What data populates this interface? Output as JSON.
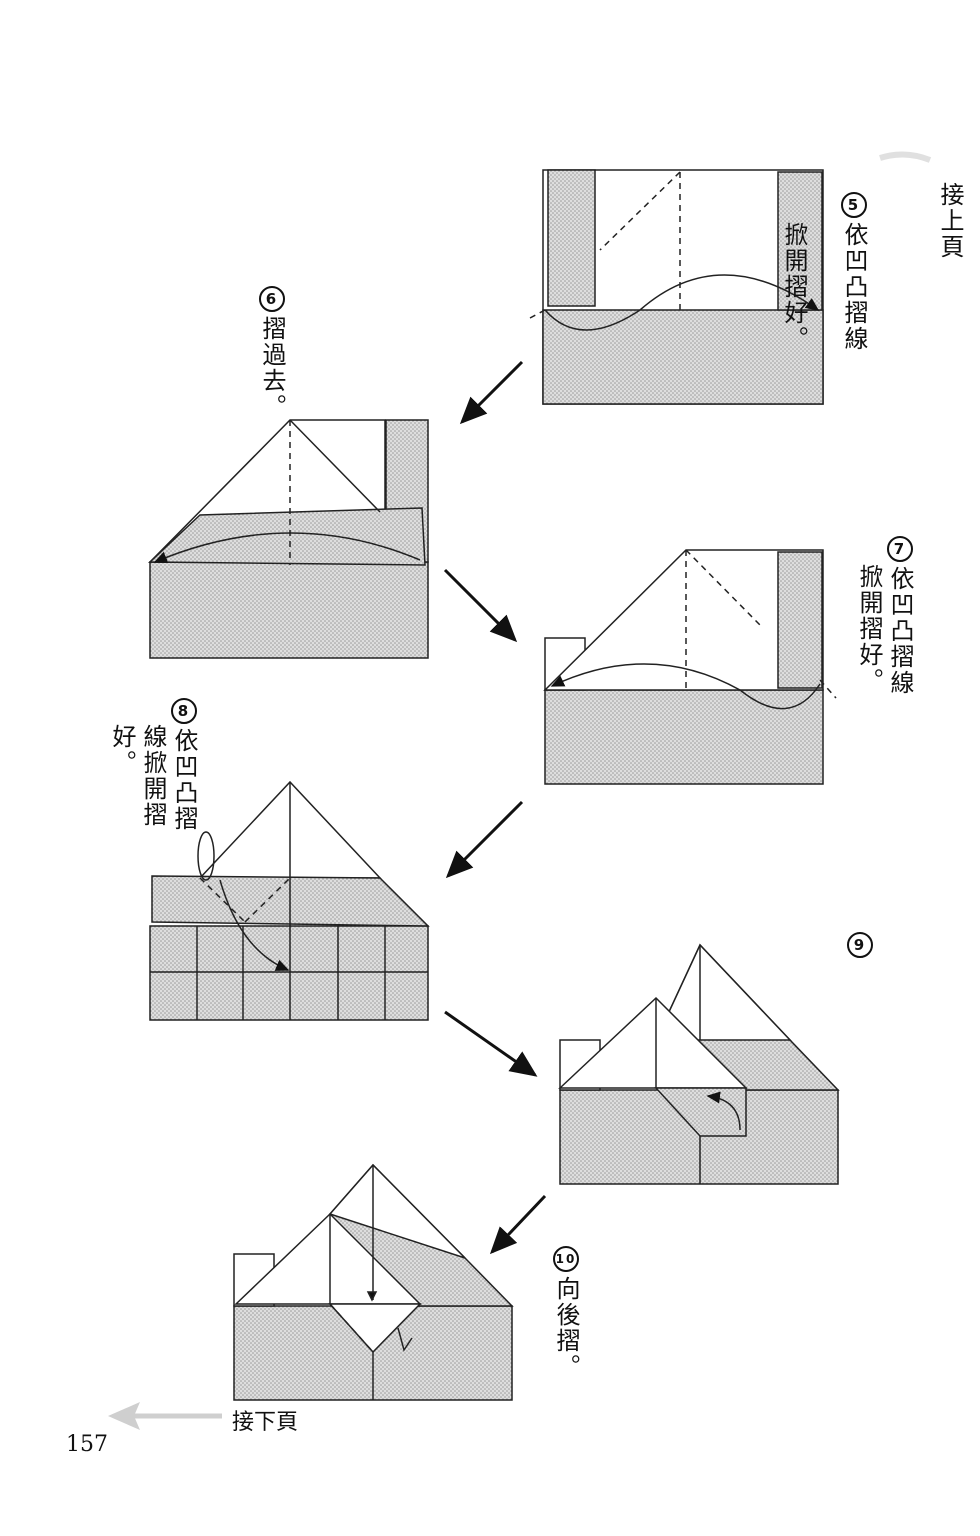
{
  "header": {
    "continue_from": "接上頁"
  },
  "footer": {
    "continue_to": "接下頁",
    "page_number": "157"
  },
  "steps": [
    {
      "num": "5",
      "text": [
        "依凹凸摺線",
        "掀開摺好。"
      ]
    },
    {
      "num": "6",
      "text": [
        "摺過去。"
      ]
    },
    {
      "num": "7",
      "text": [
        "依凹凸摺線",
        "掀開摺好。"
      ]
    },
    {
      "num": "8",
      "text": [
        "依凹凸摺",
        "線掀開摺",
        "好。"
      ]
    },
    {
      "num": "9",
      "text": []
    },
    {
      "num": "10",
      "text": [
        "向後摺。"
      ]
    }
  ],
  "colors": {
    "shade": "#d4d4d4",
    "line": "#222222",
    "paper": "#ffffff"
  }
}
